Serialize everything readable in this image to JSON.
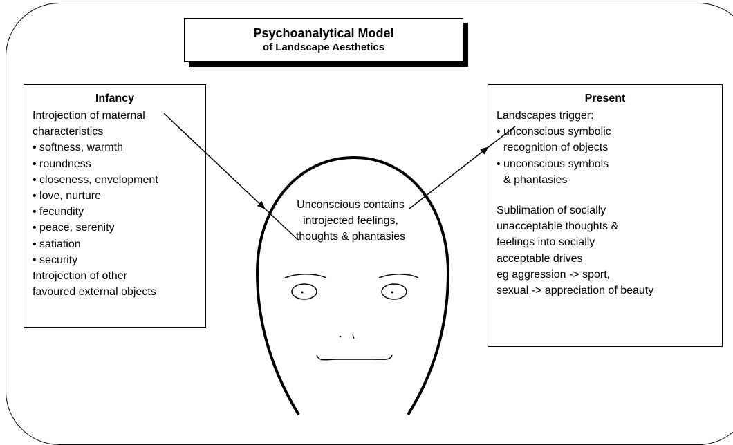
{
  "title": {
    "line1": "Psychoanalytical Model",
    "line2": "of Landscape Aesthetics"
  },
  "infancy": {
    "heading": "Infancy",
    "lines": [
      "Introjection of maternal",
      "characteristics",
      "• softness, warmth",
      "• roundness",
      "• closeness, envelopment",
      "• love, nurture",
      "• fecundity",
      "• peace, serenity",
      "• satiation",
      "• security",
      "Introjection of other",
      "favoured external objects"
    ]
  },
  "present": {
    "heading": "Present",
    "intro": "Landscapes trigger:",
    "bullet1": [
      "• unconscious symbolic",
      "recognition of objects"
    ],
    "bullet2": [
      "• unconscious symbols",
      "& phantasies"
    ],
    "sublimation": [
      "Sublimation of socially",
      "unacceptable thoughts &",
      "feelings into socially",
      "acceptable drives",
      "eg aggression -> sport,",
      "sexual -> appreciation of beauty"
    ]
  },
  "unconscious": {
    "lines": [
      "Unconscious contains",
      "introjected feelings,",
      "thoughts & phantasies"
    ]
  }
}
